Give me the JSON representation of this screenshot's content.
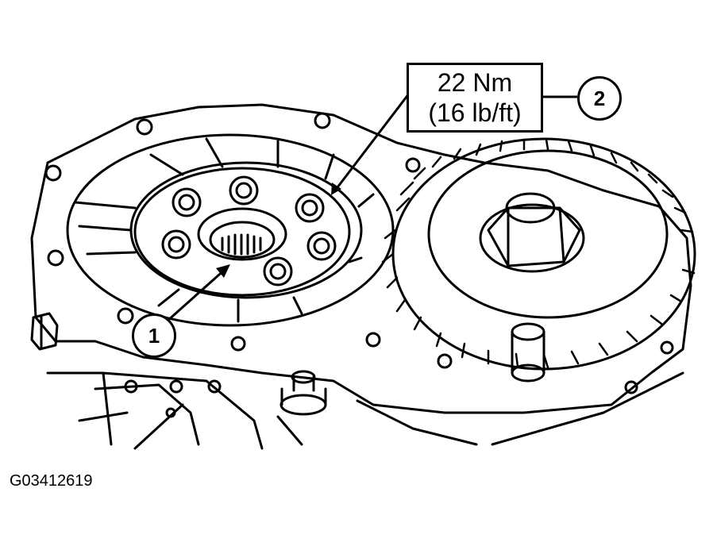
{
  "figure": {
    "torque_label": {
      "line1": "22 Nm",
      "line2": "(16 lb/ft)"
    },
    "callouts": [
      {
        "id": "1"
      },
      {
        "id": "2"
      }
    ],
    "figure_id": "G03412619"
  }
}
